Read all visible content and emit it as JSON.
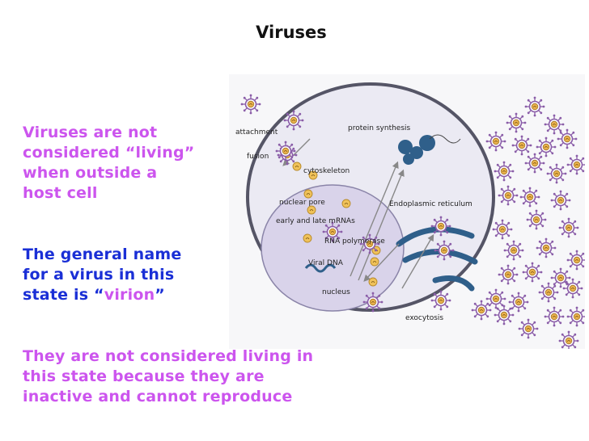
{
  "slide": {
    "title": "Viruses",
    "para1": [
      "Viruses are not",
      "considered “living”",
      "when outside a",
      "host cell"
    ],
    "para2": {
      "lines": [
        "The general name",
        "for a virus in this"
      ],
      "last_prefix": "state is “",
      "highlight": "virion",
      "last_suffix": "”"
    },
    "para3": [
      "They are not considered living in",
      "this state because they are",
      "inactive and cannot reproduce"
    ]
  },
  "diagram": {
    "labels": {
      "attachment": "attachment",
      "fusion": "fusion",
      "protein_synthesis": "protein synthesis",
      "cytoskeleton": "cytoskeleton",
      "nuclear_pore": "nuclear pore",
      "endoplasmic_reticulum": "Endoplasmic reticulum",
      "mrnas": "early and late mRNAs",
      "rna_polymerase": "RNA polymerase",
      "viral_dna": "Viral DNA",
      "nucleus": "nucleus",
      "exocytosis": "exocytosis"
    }
  },
  "colors": {
    "pink_text": "#cc55ee",
    "blue_text": "#1a2fd6",
    "cell_fill": "#ebeaf3",
    "nucleus_fill": "#d9d3ea",
    "virus_spike": "#8a5da8",
    "er_blue": "#2f5f8a"
  }
}
